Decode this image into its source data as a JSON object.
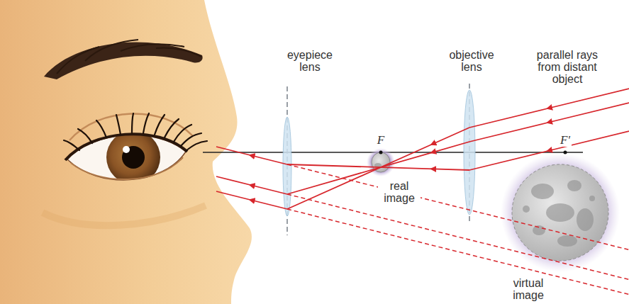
{
  "diagram": {
    "labels": [
      "eyepiece lens",
      "objective lens",
      "parallel rays from distant object",
      "F",
      "F'",
      "real image",
      "virtual image"
    ]
  }
}
